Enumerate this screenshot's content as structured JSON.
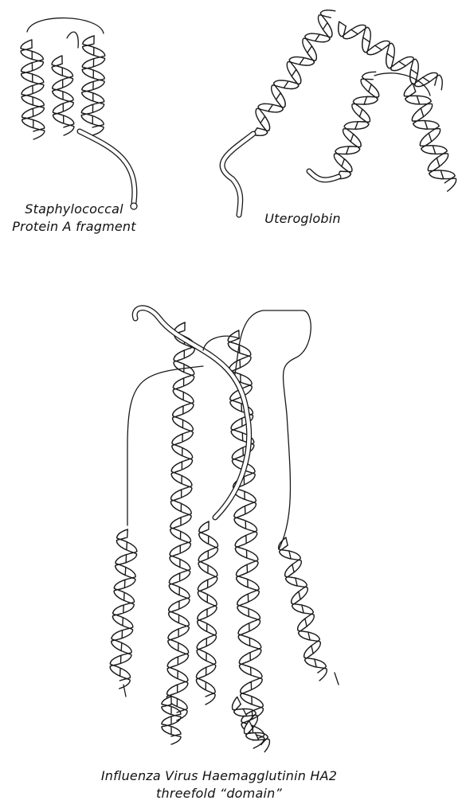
{
  "figures": [
    {
      "key": "protein_a",
      "caption_lines": [
        "Staphylococcal",
        "Protein A fragment"
      ]
    },
    {
      "key": "uteroglobin",
      "caption_lines": [
        "Uteroglobin"
      ]
    },
    {
      "key": "ha2",
      "caption_lines": [
        "Influenza Virus Haemagglutinin HA2",
        "threefold “domain”"
      ]
    }
  ],
  "colors": {
    "line": "#1a1a1a",
    "paper": "#ffffff"
  }
}
